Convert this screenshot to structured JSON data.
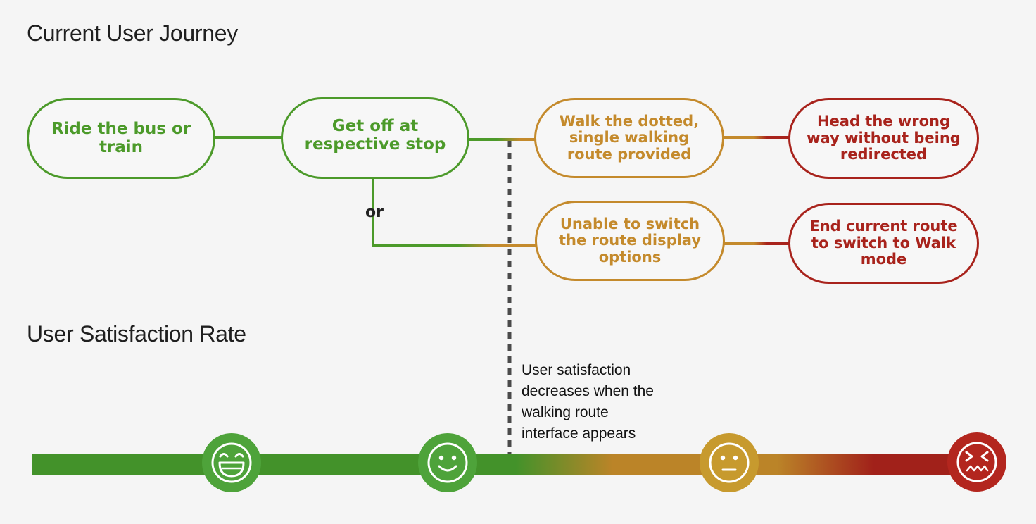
{
  "journey": {
    "title": "Current User Journey",
    "steps": {
      "ride": "Ride the bus or train",
      "getoff": "Get off at respective stop",
      "walk": "Walk the dotted, single walking route provided",
      "unable": "Unable to switch the route display options",
      "wrong_way": "Head the wrong way without being redirected",
      "end_route": "End current route to switch to Walk mode"
    },
    "or_label": "or",
    "annotation": "User satisfaction\ndecreases when the\nwalking route\ninterface appears"
  },
  "satisfaction": {
    "title": "User Satisfaction Rate",
    "emojis": [
      "grinning-face-icon",
      "smiling-face-icon",
      "neutral-face-icon",
      "confounded-face-icon"
    ]
  },
  "colors": {
    "green": "#4c9a2a",
    "orange": "#c48a2c",
    "red": "#a8231c",
    "bar_green": "#43922a",
    "bar_orange": "#bb8428",
    "bar_red": "#a1211a"
  }
}
